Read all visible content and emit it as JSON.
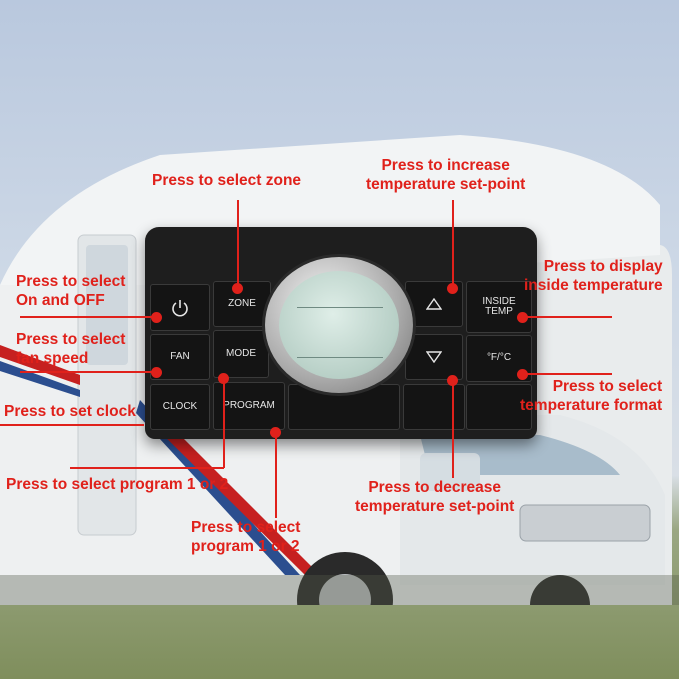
{
  "buttons": {
    "zone": "ZONE",
    "fan": "FAN",
    "mode": "MODE",
    "clock": "CLOCK",
    "program": "PROGRAM",
    "inside_temp_line1": "INSIDE",
    "inside_temp_line2": "TEMP",
    "unit_toggle": "°F/°C"
  },
  "callouts": {
    "select_zone": "Press to select zone",
    "increase_line1": "Press to increase",
    "increase_line2": "temperature set-point",
    "power_line1": "Press to select",
    "power_line2": "On and OFF",
    "fan_line1": "Press to select",
    "fan_line2": "fan speed",
    "clock": "Press to set clock",
    "program_left": "Press to select program 1 or 2",
    "program_line1": "Press to select",
    "program_line2": "program 1 or 2",
    "display_line1": "Press to display",
    "display_line2": "inside temperature",
    "format_line1": "Press to select",
    "format_line2": "temperature format",
    "decrease_line1": "Press to decrease",
    "decrease_line2": "temperature set-point"
  },
  "colors": {
    "accent": "#e0211b",
    "panel": "#1e1e1e"
  },
  "icons": [
    "power-icon",
    "up-triangle-icon",
    "down-triangle-icon"
  ]
}
